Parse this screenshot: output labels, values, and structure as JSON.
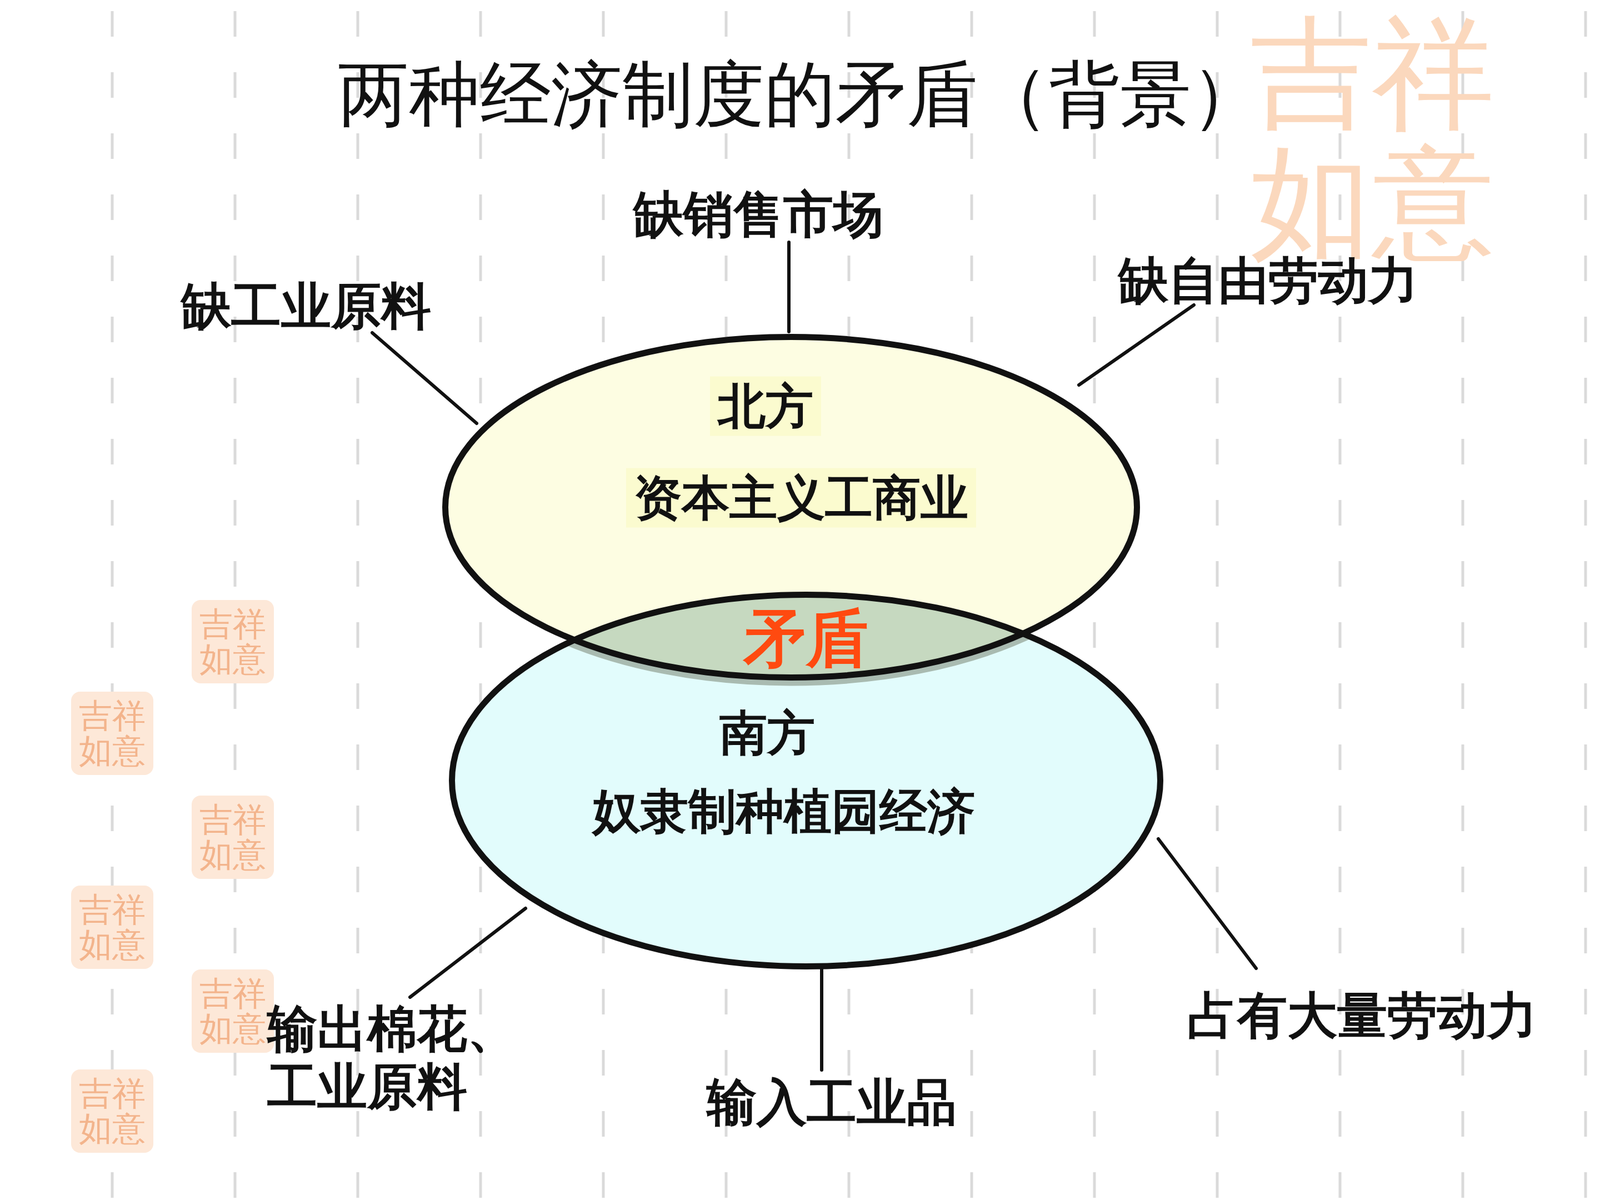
{
  "diagram": {
    "title": "两种经济制度的矛盾（背景）",
    "nodes": [
      {
        "text": [
          "北方",
          "资本主义工商业"
        ]
      },
      {
        "text": [
          "南方",
          "奴隶制种植园经济"
        ]
      }
    ],
    "labels": [
      "缺销售市场",
      "缺工业原料",
      "缺自由劳动力",
      "矛盾",
      "输出棉花、工业原料",
      "输入工业品",
      "占有大量劳动力",
      "吉祥如意",
      "吉祥如意",
      "吉祥如意",
      "吉祥如意",
      "吉祥如意",
      "吉祥如意",
      "吉祥如意"
    ]
  }
}
